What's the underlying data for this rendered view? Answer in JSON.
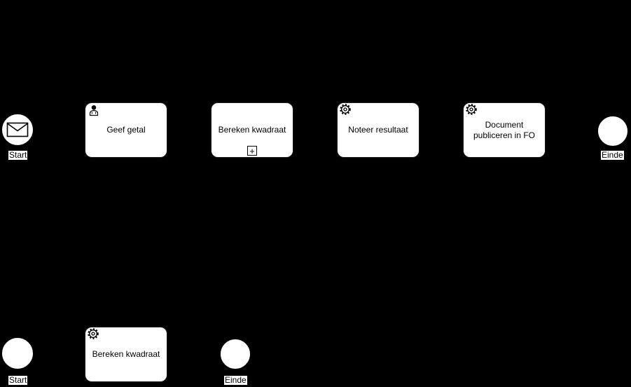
{
  "diagram": {
    "kind": "BPMN process diagram",
    "colors": {
      "background": "#000000",
      "shape_fill": "#ffffff",
      "shape_stroke": "#000000",
      "text": "#000000"
    },
    "top_process": {
      "start_event": {
        "label": "Start",
        "type": "message start event",
        "icon": "envelope-icon"
      },
      "task_geef_getal": {
        "label": "Geef getal",
        "type": "user task",
        "icon": "user-icon"
      },
      "subprocess_bereken_kwadraat": {
        "label": "Bereken kwadraat",
        "type": "collapsed subprocess",
        "marker": "+"
      },
      "task_noteer_resultaat": {
        "label": "Noteer resultaat",
        "type": "service task",
        "icon": "gear-icon"
      },
      "task_document_publiceren": {
        "label": "Document publiceren in FO",
        "type": "service task",
        "icon": "gear-icon"
      },
      "end_event": {
        "label": "Einde",
        "type": "end event"
      }
    },
    "bottom_process": {
      "start_event": {
        "label": "Start",
        "type": "start event"
      },
      "task_bereken_kwadraat": {
        "label": "Bereken kwadraat",
        "type": "service task",
        "icon": "gear-icon"
      },
      "end_event": {
        "label": "Einde",
        "type": "end event"
      }
    }
  }
}
